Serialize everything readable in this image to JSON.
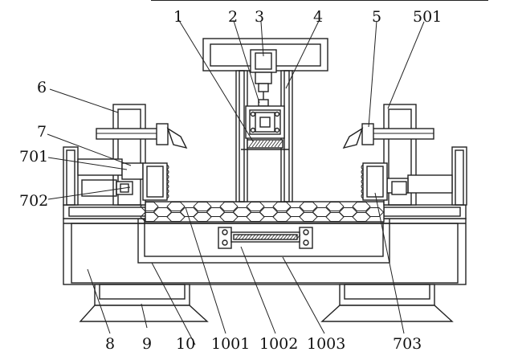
{
  "labels": {
    "l1": "1",
    "l2": "2",
    "l3": "3",
    "l4": "4",
    "l5": "5",
    "l501": "501",
    "l6": "6",
    "l7": "7",
    "l701": "701",
    "l702": "702",
    "l8": "8",
    "l9": "9",
    "l10": "10",
    "l1001": "1001",
    "l1002": "1002",
    "l1003": "1003",
    "l703": "703"
  },
  "colors": {
    "line": "#222222",
    "background": "#ffffff"
  }
}
